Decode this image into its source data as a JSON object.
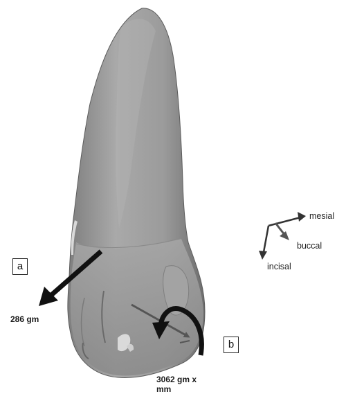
{
  "labels": {
    "box_a": "a",
    "box_b": "b",
    "force": "286 gm",
    "moment_line1": "3062 gm x",
    "moment_line2": "mm"
  },
  "axes": {
    "mesial": "mesial",
    "buccal": "buccal",
    "incisal": "incisal"
  },
  "colors": {
    "tooth_fill": "#9a9a9a",
    "tooth_shadow": "#6e6e6e",
    "tooth_highlight": "#c8c8c8",
    "arrow": "#111111"
  }
}
